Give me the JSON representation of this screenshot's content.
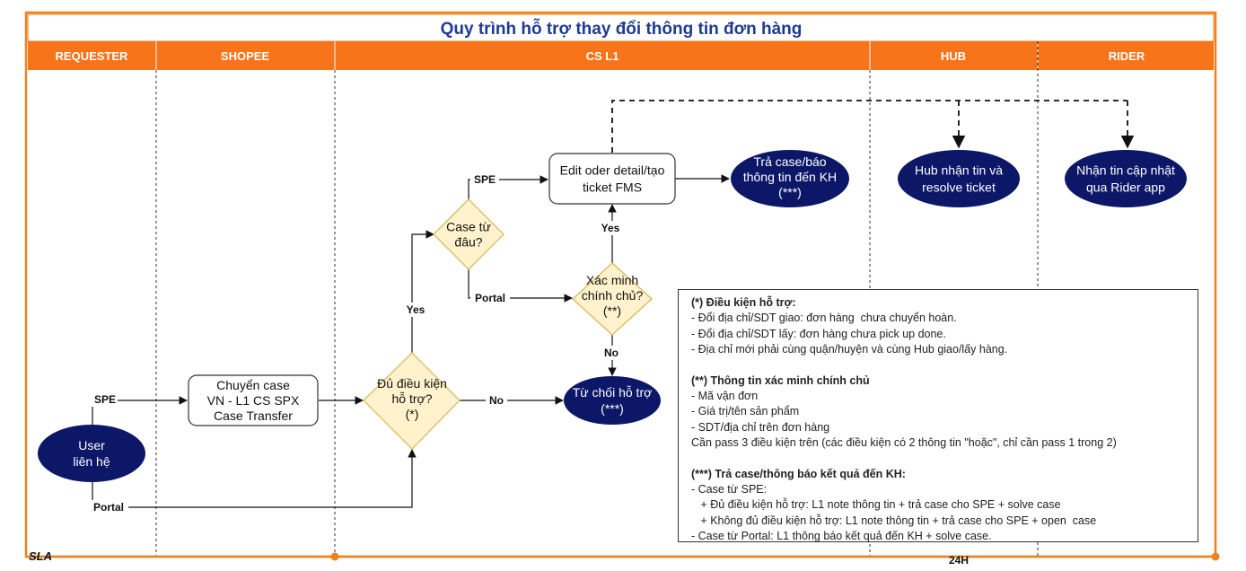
{
  "title": "Quy trình hỗ trợ thay đổi thông tin đơn hàng",
  "lanes": [
    "REQUESTER",
    "SHOPEE",
    "CS L1",
    "HUB",
    "RIDER"
  ],
  "colors": {
    "header_orange": "#f7741a",
    "border_orange": "#f0821e",
    "node_navy": "#0d1768",
    "diamond_fill": "#fff2cc",
    "diamond_stroke": "#d6b656"
  },
  "nodes": {
    "user": "User\nliên hệ",
    "transfer": "Chuyển case\nVN - L1 CS SPX\nCase Transfer",
    "eligible": "Đủ điều kiện\nhỗ trợ?\n(*)",
    "source": "Case từ\nđâu?",
    "verify": "Xác minh\nchính chủ?\n(**)",
    "edit": "Edit oder detail/tạo\nticket FMS",
    "return": "Trả case/báo\nthông tin đến KH\n(***)",
    "reject": "Từ chối hỗ trợ\n(***)",
    "hub": "Hub nhận tin và\nresolve ticket",
    "rider": "Nhận tin cập nhật\nqua Rider app"
  },
  "edge_labels": {
    "spe": "SPE",
    "portal": "Portal",
    "yes": "Yes",
    "no": "No"
  },
  "sla": {
    "label": "SLA",
    "value": "24H"
  },
  "notes": {
    "s1_title": "(*) Điều kiện hỗ trợ:",
    "s1_l1": "- Đổi địa chỉ/SDT giao: đơn hàng  chưa chuyển hoàn.",
    "s1_l2": "- Đổi địa chỉ/SDT lấy: đơn hàng chưa pick up done.",
    "s1_l3": "- Địa chỉ mới phải cùng quận/huyện và cùng Hub giao/lấy hàng.",
    "s2_title": "(**) Thông tin xác minh chính chủ",
    "s2_l1": "- Mã vận đơn",
    "s2_l2": "- Giá trị/tên sản phẩm",
    "s2_l3": "- SDT/địa chỉ trên đơn hàng",
    "s2_l4": "Cần pass 3 điều kiện trên (các điều kiện có 2 thông tin \"hoặc\", chỉ cần pass 1 trong 2)",
    "s3_title": "(***) Trả case/thông báo kết quả đến KH:",
    "s3_l1": "- Case từ SPE:",
    "s3_l2": "   + Đủ điều kiện hỗ trợ: L1 note thông tin + trả case cho SPE + solve case",
    "s3_l3": "   + Không đủ điều kiện hỗ trợ: L1 note thông tin + trả case cho SPE + open  case",
    "s3_l4": "- Case từ Portal: L1 thông báo kết quả đến KH + solve case."
  }
}
